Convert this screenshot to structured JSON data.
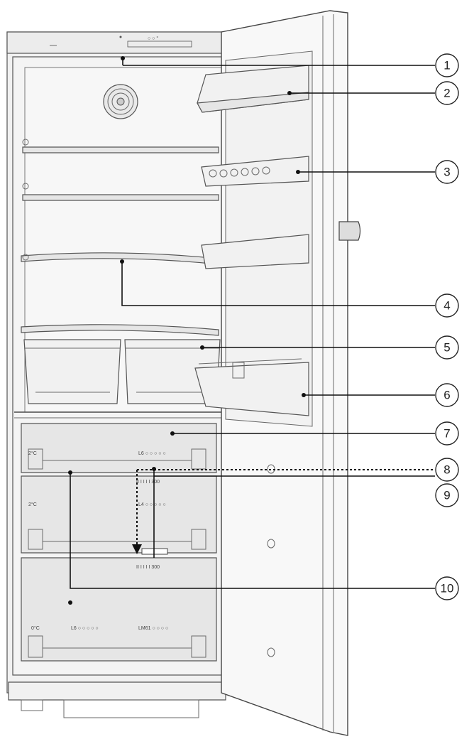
{
  "diagram": {
    "callouts": [
      {
        "label": "1",
        "name": "control-panel"
      },
      {
        "label": "2",
        "name": "door-shelf-top"
      },
      {
        "label": "3",
        "name": "egg-tray-shelf"
      },
      {
        "label": "4",
        "name": "glass-shelf"
      },
      {
        "label": "5",
        "name": "crisper-drawer"
      },
      {
        "label": "6",
        "name": "bottle-shelf"
      },
      {
        "label": "7",
        "name": "drawer-top"
      },
      {
        "label": "8",
        "name": "humidity-slider-upper"
      },
      {
        "label": "9",
        "name": "humidity-slider-lower"
      },
      {
        "label": "10",
        "name": "drawer-bottom"
      }
    ],
    "panel_text": {
      "temp1": "2°C",
      "temp2": "2°C",
      "temp3": "0°C",
      "scale1": "II I I I I 300",
      "scale2": "II I I I I 300"
    }
  }
}
